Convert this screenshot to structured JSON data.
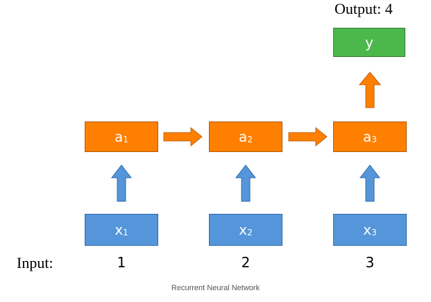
{
  "output_label": "Output: 4",
  "input_label": "Input:",
  "caption": "Recurrent Neural Network",
  "output_node": {
    "text": "y"
  },
  "hidden_nodes": [
    {
      "base": "a",
      "sub": "1"
    },
    {
      "base": "a",
      "sub": "2"
    },
    {
      "base": "a",
      "sub": "3"
    }
  ],
  "input_nodes": [
    {
      "base": "x",
      "sub": "1"
    },
    {
      "base": "x",
      "sub": "2"
    },
    {
      "base": "x",
      "sub": "3"
    }
  ],
  "input_values": [
    "1",
    "2",
    "3"
  ],
  "colors": {
    "hidden_fill": "#ff7f00",
    "hidden_border": "#b15a07",
    "input_fill": "#5496d9",
    "input_border": "#2e6aa8",
    "output_fill": "#4cb84c",
    "output_border": "#2e7d2e",
    "arrow_orange": "#ff7f00",
    "arrow_blue": "#5496d9"
  }
}
